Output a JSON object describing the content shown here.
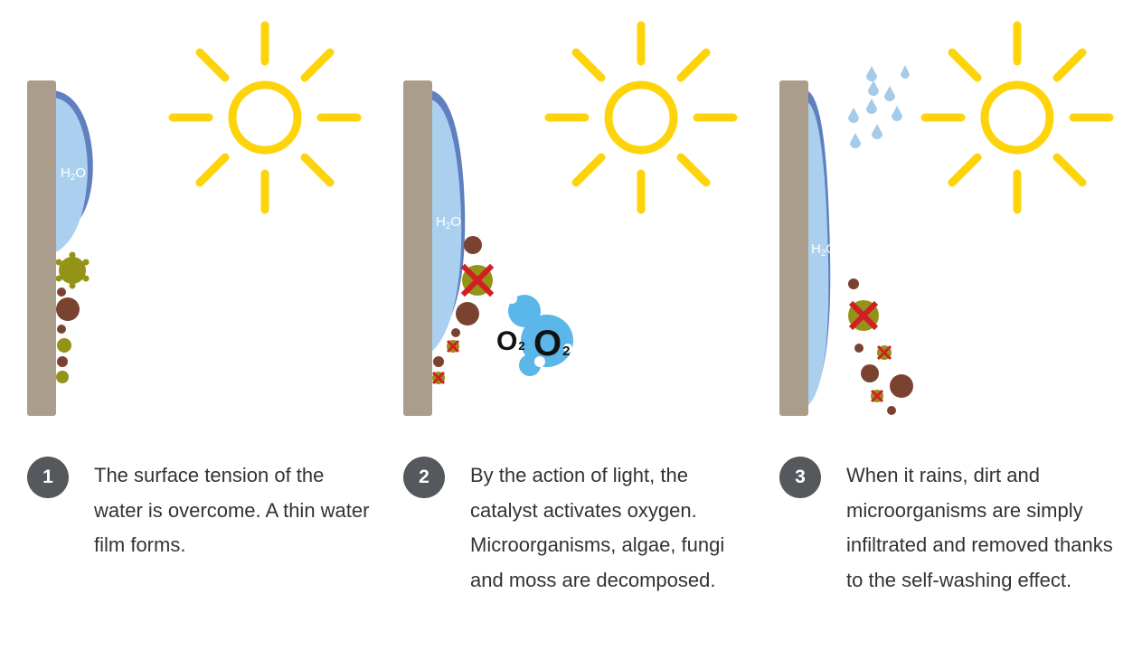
{
  "panels": [
    {
      "number": "1",
      "water_label": "H",
      "water_sub": "2",
      "water_tail": "O",
      "caption": "The surface tension of the water is overcome. A thin water film forms."
    },
    {
      "number": "2",
      "water_label": "H",
      "water_sub": "2",
      "water_tail": "O",
      "oxygen_small": "O",
      "oxygen_small_sub": "2",
      "oxygen_large": "O",
      "oxygen_large_sub": "2",
      "caption": "By the action of light, the catalyst activates oxygen. Microorganisms, algae, fungi and moss are decomposed."
    },
    {
      "number": "3",
      "water_label": "H",
      "water_sub": "2",
      "water_tail": "O",
      "caption": "When it rains, dirt and microorganisms are simply infiltrated and removed thanks to the self-washing effect."
    }
  ],
  "colors": {
    "wall": "#ab9d8b",
    "water": "#abd0ef",
    "water_edge": "#5f7fbf",
    "sun": "#fdd40a",
    "dirt": "#7a4331",
    "algae": "#939417",
    "cross": "#d21f26",
    "oxygen": "#5bb6e9",
    "rain": "#a4cbea",
    "badge": "#55585c"
  }
}
